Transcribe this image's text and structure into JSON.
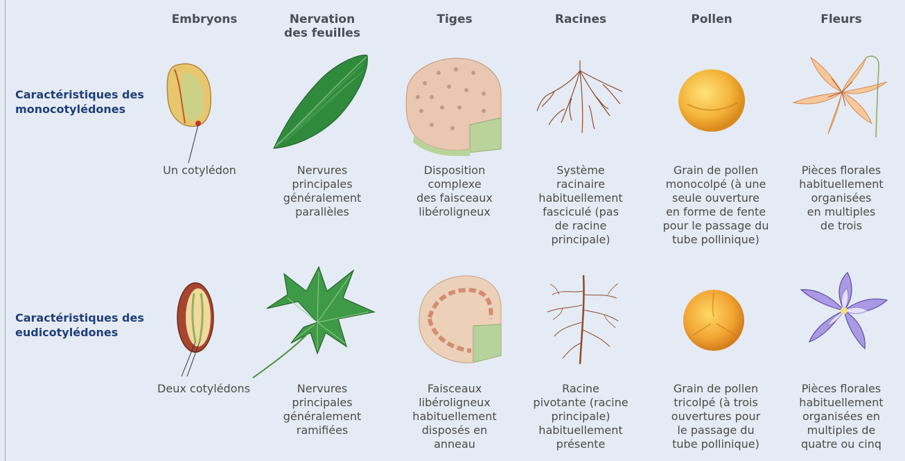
{
  "columns": [
    "Embryons",
    [
      "Nervation",
      "des feuilles"
    ],
    "Tiges",
    "Racines",
    "Pollen",
    "Fleurs"
  ],
  "rows": [
    {
      "label": [
        "Caractéristiques des",
        "monocotylédones"
      ],
      "captions": [
        [
          "Un cotylédon"
        ],
        [
          "Nervures",
          "principales",
          "généralement",
          "parallèles"
        ],
        [
          "Disposition",
          "complexe",
          "des faisceaux",
          "libéroligneux"
        ],
        [
          "Système",
          "racinaire",
          "habituellement",
          "fasciculé (pas",
          "de racine",
          "principale)"
        ],
        [
          "Grain de pollen",
          "monocolpé (à une",
          "seule ouverture",
          "en forme de fente",
          "pour le passage du",
          "tube pollinique)"
        ],
        [
          "Pièces florales",
          "habituellement",
          "organisées",
          "en multiples",
          "de trois"
        ]
      ]
    },
    {
      "label": [
        "Caractéristiques des",
        "eudicotylédones"
      ],
      "captions": [
        [
          "Deux cotylédons"
        ],
        [
          "Nervures",
          "principales",
          "généralement",
          "ramifiées"
        ],
        [
          "Faisceaux",
          "libéroligneux",
          "habituellement",
          "disposés en",
          "anneau"
        ],
        [
          "Racine",
          "pivotante (racine",
          "principale)",
          "habituellement",
          "présente"
        ],
        [
          "Grain de pollen",
          "tricolpé (à trois",
          "ouvertures pour",
          "le passage du",
          "tube pollinique)"
        ],
        [
          "Pièces florales",
          "habituellement",
          "organisées en",
          "multiples de",
          "quatre ou cinq"
        ]
      ]
    }
  ],
  "illustrations": {
    "row1": [
      "monocot-embryo",
      "parallel-vein-leaf",
      "monocot-stem-section",
      "fibrous-root",
      "monocolpate-pollen",
      "trimerous-flower"
    ],
    "row2": [
      "dicot-embryo",
      "branched-vein-leaf",
      "dicot-stem-section",
      "taproot",
      "tricolpate-pollen",
      "pentamerous-flower"
    ]
  }
}
